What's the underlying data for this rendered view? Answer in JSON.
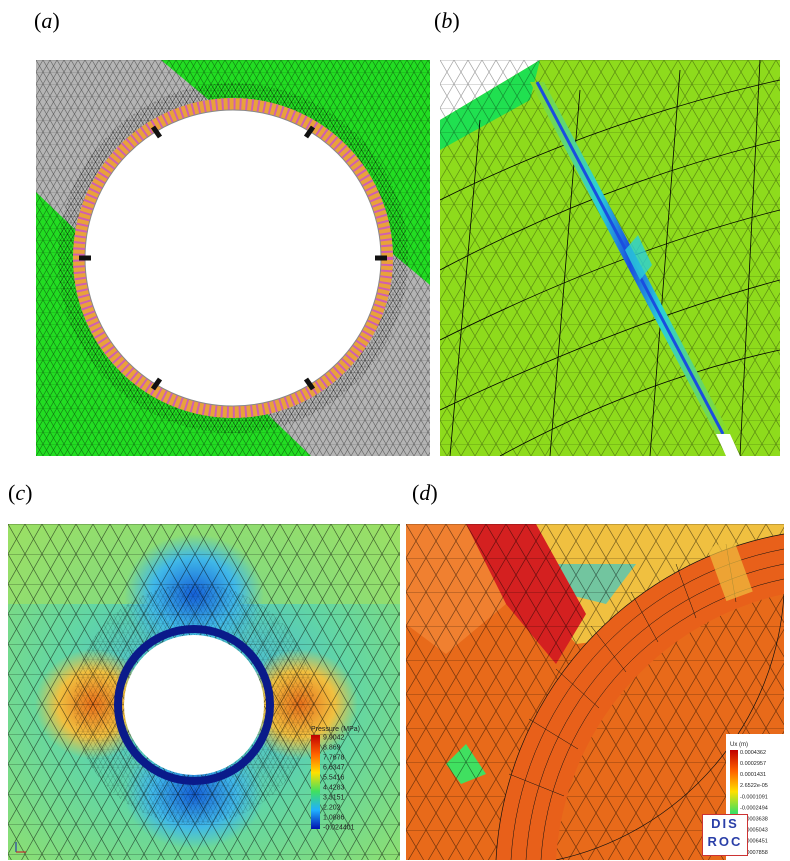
{
  "panels": {
    "a": {
      "open": "(",
      "letter": "a",
      "close": ")"
    },
    "b": {
      "open": "(",
      "letter": "b",
      "close": ")"
    },
    "c": {
      "open": "(",
      "letter": "c",
      "close": ")"
    },
    "d": {
      "open": "(",
      "letter": "d",
      "close": ")"
    }
  },
  "legend_c": {
    "title": "Pressure (MPa)",
    "ticks": [
      "9.9042",
      "8.869",
      "7.7678",
      "6.6347",
      "5.5416",
      "4.4283",
      "3.3151",
      "2.202",
      "1.0886",
      "-0.024401"
    ]
  },
  "legend_d": {
    "title": "Ux (m)",
    "ticks": [
      "0.0004362",
      "0.0002957",
      "0.0001431",
      "2.6522e-05",
      "-0.0001091",
      "-0.0002494",
      "-0.0003638",
      "-0.0005043",
      "-0.0006451",
      "-0.0007858"
    ]
  },
  "logo": {
    "line1": "DIS",
    "line2": "ROC"
  },
  "colors": {
    "mesh_green": "#22dd22",
    "mesh_gray": "#b4b4b4",
    "lining_orange": "#e8a23a",
    "lining_magenta": "#d060b0",
    "field_green": "#8edb1c",
    "crack_blue": "#1a4de0"
  }
}
